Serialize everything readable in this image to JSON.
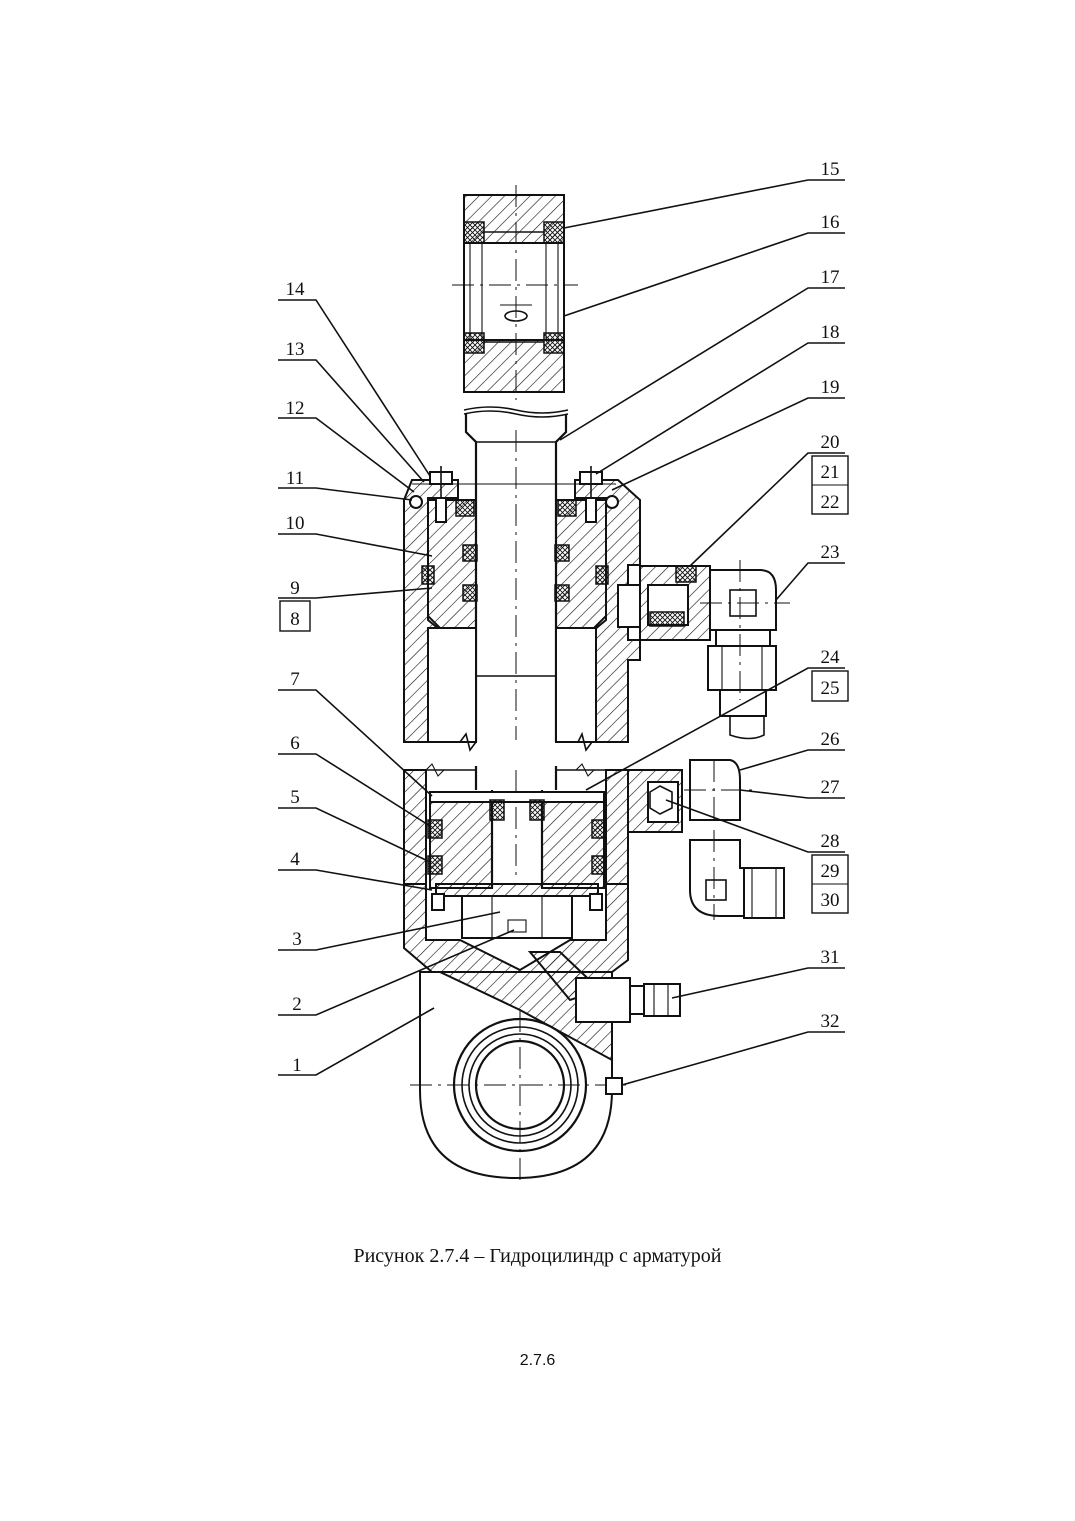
{
  "figure": {
    "caption": "Рисунок 2.7.4 – Гидроцилиндр с арматурой",
    "page_number": "2.7.6",
    "callouts": [
      "1",
      "2",
      "3",
      "4",
      "5",
      "6",
      "7",
      "8",
      "9",
      "10",
      "11",
      "12",
      "13",
      "14",
      "15",
      "16",
      "17",
      "18",
      "19",
      "20",
      "21",
      "22",
      "23",
      "24",
      "25",
      "26",
      "27",
      "28",
      "29",
      "30",
      "31",
      "32"
    ]
  }
}
